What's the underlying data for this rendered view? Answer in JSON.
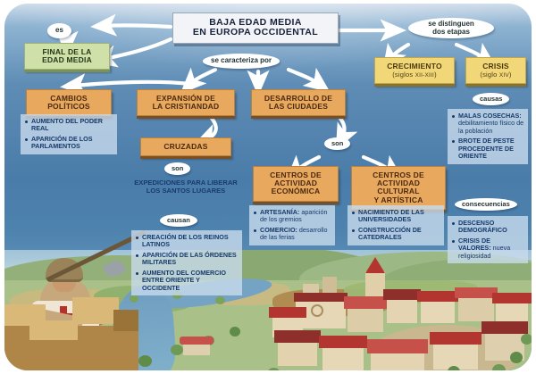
{
  "diagram": {
    "title": "BAJA EDAD MEDIA\nEN EUROPA OCCIDENTAL",
    "title_line1": "BAJA EDAD MEDIA",
    "title_line2": "EN EUROPA OCCIDENTAL",
    "connectors": {
      "es": "es",
      "se_caracteriza_por": "se caracteriza por",
      "se_distinguen_dos_etapas_l1": "se distinguen",
      "se_distinguen_dos_etapas_l2": "dos etapas",
      "son_cruzadas": "son",
      "causan": "causan",
      "son_ciudades": "son",
      "causas": "causas",
      "consecuencias": "consecuencias"
    },
    "final_edad_media": {
      "line1": "FINAL DE LA",
      "line2": "EDAD MEDIA"
    },
    "crecimiento": {
      "title": "CRECIMIENTO",
      "subtitle_pre": "(siglos ",
      "subtitle_rom": "XII-XIII",
      "subtitle_post": ")"
    },
    "crisis": {
      "title": "CRISIS",
      "subtitle_pre": "(siglo ",
      "subtitle_rom": "XIV",
      "subtitle_post": ")",
      "causas": [
        {
          "strong": "MALAS COSECHAS:",
          "normal": " debilitamiento físico de la población"
        },
        {
          "strong": "BROTE DE PESTE PROCEDENTE DE ORIENTE",
          "normal": ""
        }
      ],
      "consecuencias": [
        {
          "strong": "DESCENSO DEMOGRÁFICO",
          "normal": ""
        },
        {
          "strong": "CRISIS DE VALORES:",
          "normal": " nueva religiosidad"
        }
      ]
    },
    "cambios_politicos": {
      "line1": "CAMBIOS",
      "line2": "POLÍTICOS",
      "items": [
        {
          "strong": "AUMENTO DEL PODER REAL",
          "normal": ""
        },
        {
          "strong": "APARICIÓN DE LOS PARLAMENTOS",
          "normal": ""
        }
      ]
    },
    "expansion_cristiandad": {
      "line1": "EXPANSIÓN DE",
      "line2": "LA CRISTIANDAD"
    },
    "cruzadas": {
      "title": "CRUZADAS",
      "definicion": "EXPEDICIONES PARA LIBERAR LOS SANTOS LUGARES",
      "causan": [
        {
          "strong": "CREACIÓN DE LOS REINOS LATINOS",
          "normal": ""
        },
        {
          "strong": "APARICIÓN DE LAS ÓRDENES MILITARES",
          "normal": ""
        },
        {
          "strong": "AUMENTO DEL COMERCIO ENTRE ORIENTE Y OCCIDENTE",
          "normal": ""
        }
      ]
    },
    "desarrollo_ciudades": {
      "line1": "DESARROLLO DE",
      "line2": "LAS CIUDADES"
    },
    "centros_economica": {
      "line1": "CENTROS DE",
      "line2": "ACTIVIDAD",
      "line3": "ECONÓMICA",
      "items": [
        {
          "strong": "ARTESANÍA:",
          "normal": " aparición de los gremios"
        },
        {
          "strong": "COMERCIO:",
          "normal": " desarrollo de las ferias"
        }
      ]
    },
    "centros_cultural": {
      "line1": "CENTROS DE",
      "line2": "ACTIVIDAD CULTURAL",
      "line3": "Y ARTÍSTICA",
      "items": [
        {
          "strong": "NACIMIENTO DE LAS UNIVERSIDADES",
          "normal": ""
        },
        {
          "strong": "CONSTRUCCIÓN DE CATEDRALES",
          "normal": ""
        }
      ]
    },
    "illustration": {
      "crusader": "medieval-crusader-with-pike-on-battlements",
      "town": "medieval-walled-town-with-red-roofs",
      "landscape": "river-valley-with-fields-and-hills"
    },
    "colors": {
      "background_blue": "#4a7ca9",
      "orange_box": "#e8a95e",
      "yellow_box": "#f2d778",
      "green_box": "#cfe0a8",
      "panel_blue": "#c8dbec",
      "text_navy": "#173a6b",
      "arrow_white": "#ffffff"
    }
  }
}
